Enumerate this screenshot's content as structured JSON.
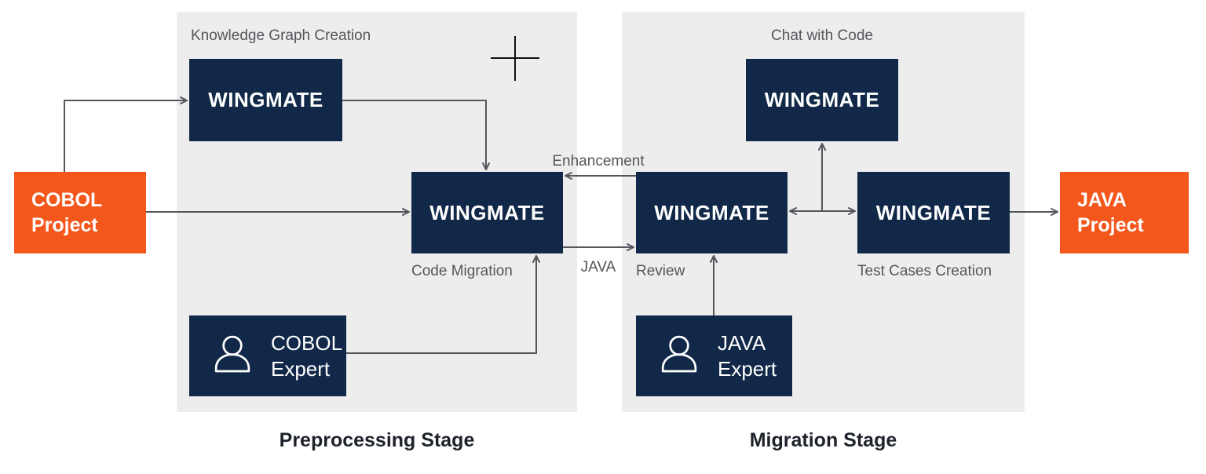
{
  "colors": {
    "navy": "#112848",
    "orange": "#F4571C",
    "panel_bg": "#EDEDED",
    "connector": "#53565C",
    "label_text": "#54565B",
    "stage_title_text": "#1E222B",
    "box_text": "#FFFFFF",
    "background": "#FFFFFF",
    "crosshair": "#111111"
  },
  "stages": {
    "preprocessing": {
      "title": "Preprocessing Stage"
    },
    "migration": {
      "title": "Migration Stage"
    }
  },
  "endpoints": {
    "cobol_project": {
      "line1": "COBOL",
      "line2": "Project"
    },
    "java_project": {
      "line1": "JAVA",
      "line2": "Project"
    }
  },
  "wingmate_label": "WINGMATE",
  "annotations": {
    "knowledge_graph_creation": "Knowledge Graph Creation",
    "chat_with_code": "Chat with Code",
    "code_migration": "Code Migration",
    "review": "Review",
    "test_cases_creation": "Test Cases Creation",
    "enhancement": "Enhancement",
    "java_arrow": "JAVA"
  },
  "experts": {
    "cobol_expert": {
      "line1": "COBOL",
      "line2": "Expert"
    },
    "java_expert": {
      "line1": "JAVA",
      "line2": "Expert"
    }
  }
}
